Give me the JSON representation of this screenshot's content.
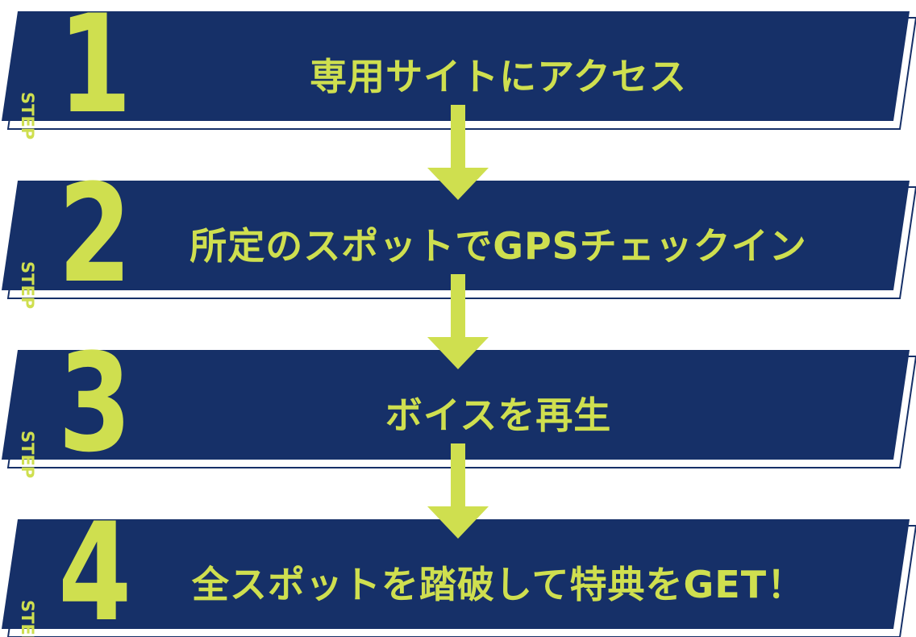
{
  "colors": {
    "banner_fill": "#163068",
    "accent": "#cfdf4f",
    "background": "#ffffff"
  },
  "steps": [
    {
      "label": "STEP",
      "number": "1",
      "title": "専用サイトにアクセス"
    },
    {
      "label": "STEP",
      "number": "2",
      "title": "所定のスポットでGPSチェックイン"
    },
    {
      "label": "STEP",
      "number": "3",
      "title": "ボイスを再生"
    },
    {
      "label": "STEP",
      "number": "4",
      "title": "全スポットを踏破して特典をGET！"
    }
  ],
  "connector_icon": "arrow-down-icon"
}
